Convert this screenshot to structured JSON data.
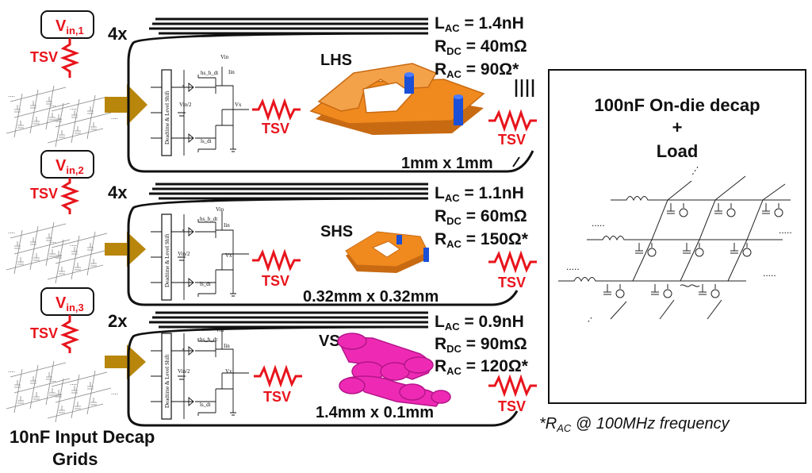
{
  "input": {
    "vin": [
      {
        "main": "V",
        "sub": "in,1"
      },
      {
        "main": "V",
        "sub": "in,2"
      },
      {
        "main": "V",
        "sub": "in,3"
      }
    ],
    "tsv": "TSV",
    "caption_line1": "10nF Input Decap",
    "caption_line2": "Grids"
  },
  "stages": [
    {
      "multiplier": "4x",
      "name": "LHS",
      "size": "1mm x 1mm",
      "tsv": "TSV",
      "specs": {
        "lac": {
          "sym": "L",
          "sub": "AC",
          "val": " = 1.4nH"
        },
        "rdc": {
          "sym": "R",
          "sub": "DC",
          "val": " = 40mΩ"
        },
        "rac": {
          "sym": "R",
          "sub": "AC",
          "val": " = 90Ω*"
        }
      },
      "inductor_color": "#f08a1e"
    },
    {
      "multiplier": "4x",
      "name": "SHS",
      "size": "0.32mm x 0.32mm",
      "tsv": "TSV",
      "specs": {
        "lac": {
          "sym": "L",
          "sub": "AC",
          "val": " = 1.1nH"
        },
        "rdc": {
          "sym": "R",
          "sub": "DC",
          "val": " = 60mΩ"
        },
        "rac": {
          "sym": "R",
          "sub": "AC",
          "val": " = 150Ω*"
        }
      },
      "inductor_color": "#f08a1e"
    },
    {
      "multiplier": "2x",
      "name": "VS",
      "size": "1.4mm x 0.1mm",
      "tsv": "TSV",
      "specs": {
        "lac": {
          "sym": "L",
          "sub": "AC",
          "val": " = 0.9nH"
        },
        "rdc": {
          "sym": "R",
          "sub": "DC",
          "val": " = 90mΩ"
        },
        "rac": {
          "sym": "R",
          "sub": "AC",
          "val": " = 120Ω*"
        }
      },
      "inductor_color": "#ee2ab4"
    }
  ],
  "circuit": {
    "vin": "Vin",
    "iin": "Iin",
    "vx": "Vx",
    "vhalf": "Vin/2",
    "hs": "hs_b_dt",
    "ls": "ls_dt",
    "deadtime": "Deadtime & Level Shift"
  },
  "load": {
    "title_line1": "100nF On-die decap",
    "title_line2": "+",
    "title_line3": "Load",
    "dots": "....."
  },
  "footnote": {
    "prefix": "*",
    "sym": "R",
    "sub": "AC",
    "text": " @ 100MHz frequency"
  },
  "colors": {
    "tsv": "#e8141c",
    "arrow": "#b8860b",
    "tsv_post": "#1a4fd6"
  }
}
